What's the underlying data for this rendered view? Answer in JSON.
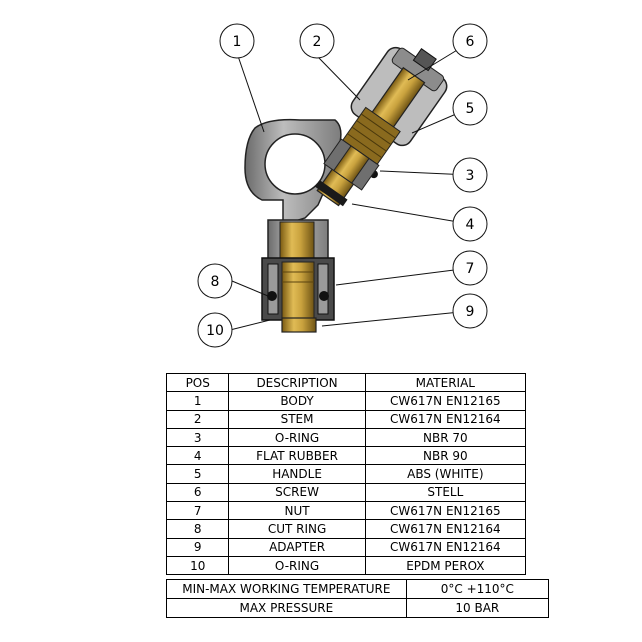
{
  "callouts": [
    "1",
    "2",
    "3",
    "4",
    "5",
    "6",
    "7",
    "8",
    "9",
    "10"
  ],
  "parts_table": {
    "headers": [
      "POS",
      "DESCRIPTION",
      "MATERIAL"
    ],
    "rows": [
      [
        "1",
        "BODY",
        "CW617N EN12165"
      ],
      [
        "2",
        "STEM",
        "CW617N EN12164"
      ],
      [
        "3",
        "O-RING",
        "NBR 70"
      ],
      [
        "4",
        "FLAT RUBBER",
        "NBR 90"
      ],
      [
        "5",
        "HANDLE",
        "ABS (WHITE)"
      ],
      [
        "6",
        "SCREW",
        "STELL"
      ],
      [
        "7",
        "NUT",
        "CW617N EN12165"
      ],
      [
        "8",
        "CUT RING",
        "CW617N EN12164"
      ],
      [
        "9",
        "ADAPTER",
        "CW617N EN12164"
      ],
      [
        "10",
        "O-RING",
        "EPDM PEROX"
      ]
    ]
  },
  "spec_table": {
    "rows": [
      [
        "MIN-MAX  WORKING TEMPERATURE",
        "0°C +110°C"
      ],
      [
        "MAX PRESSURE",
        "10 BAR"
      ]
    ]
  },
  "colors": {
    "brass": "#c9a23e",
    "brass_dark": "#6e5314",
    "body_gray": "#9a9a9a",
    "handle_gray": "#b4b4b4",
    "dark": "#2b2b2b"
  }
}
